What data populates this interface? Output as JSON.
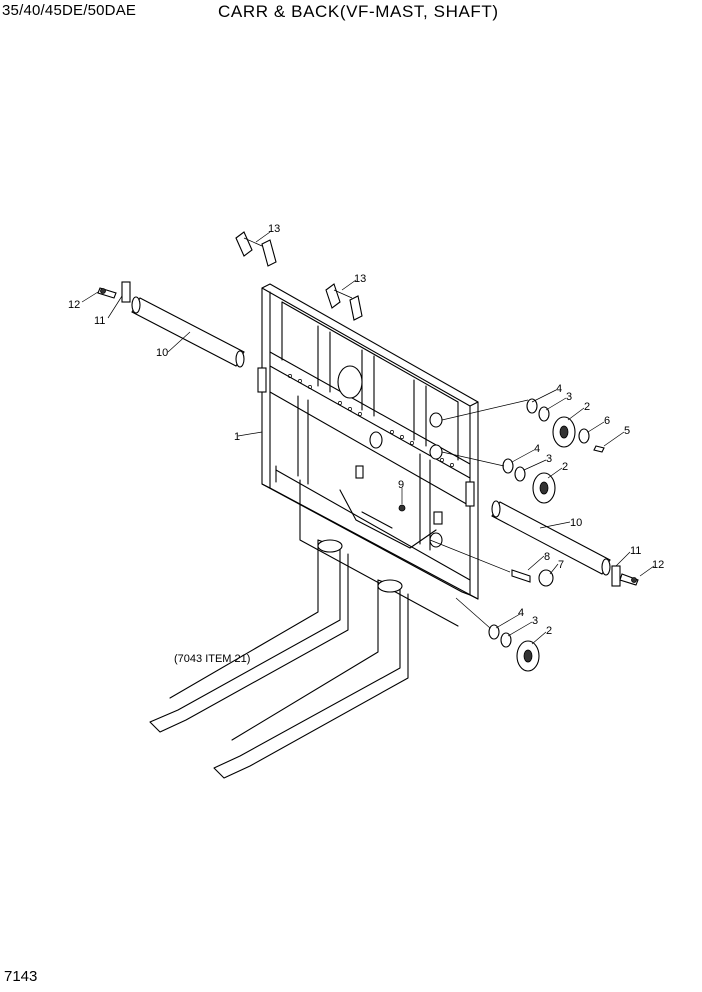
{
  "header": {
    "model": "35/40/45DE/50DAE",
    "title": "CARR & BACK(VF-MAST, SHAFT)"
  },
  "footer": {
    "page_number": "7143"
  },
  "diagram": {
    "note": "(7043 ITEM 21)",
    "callouts": [
      "13",
      "13",
      "12",
      "11",
      "10",
      "1",
      "4",
      "3",
      "2",
      "6",
      "5",
      "4",
      "3",
      "2",
      "9",
      "10",
      "8",
      "7",
      "11",
      "12",
      "4",
      "3",
      "2"
    ]
  }
}
